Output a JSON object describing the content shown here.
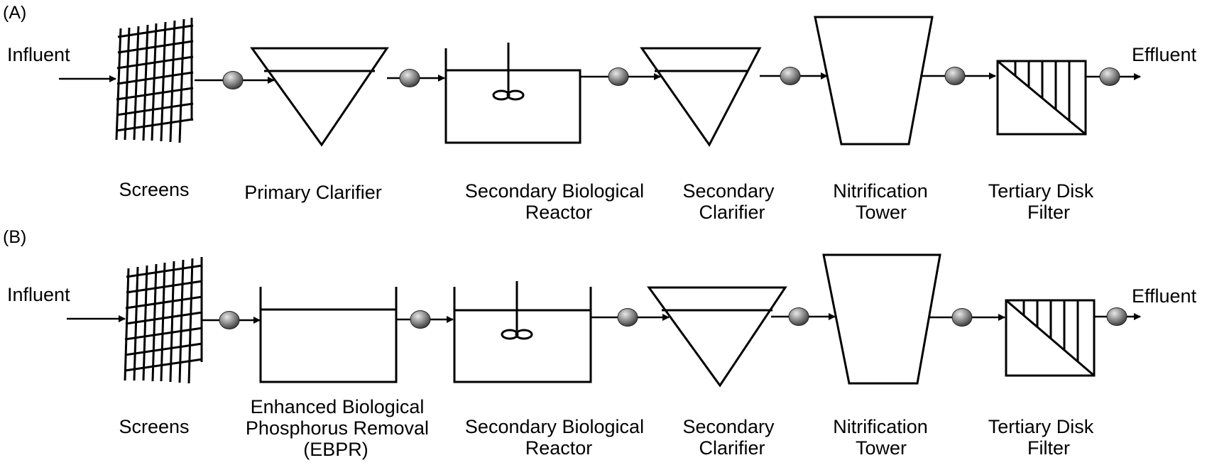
{
  "panels": [
    {
      "letter": "(A)",
      "inlet": "Influent",
      "outlet": "Effluent",
      "units": [
        {
          "icon": "screen-icon",
          "label": [
            "Screens"
          ]
        },
        {
          "icon": "clarifier-icon",
          "label": [
            "Primary Clarifier"
          ]
        },
        {
          "icon": "reactor-icon",
          "label": [
            "Secondary Biological",
            "Reactor"
          ]
        },
        {
          "icon": "clarifier-icon",
          "label": [
            "Secondary",
            "Clarifier"
          ]
        },
        {
          "icon": "tower-icon",
          "label": [
            "Nitrification",
            "Tower"
          ]
        },
        {
          "icon": "disk-filter-icon",
          "label": [
            "Tertiary Disk",
            "Filter"
          ]
        }
      ]
    },
    {
      "letter": "(B)",
      "inlet": "Influent",
      "outlet": "Effluent",
      "units": [
        {
          "icon": "screen-icon",
          "label": [
            "Screens"
          ]
        },
        {
          "icon": "tank-icon",
          "label": [
            "Enhanced Biological",
            "Phosphorus Removal",
            "(EBPR)"
          ]
        },
        {
          "icon": "reactor-icon",
          "label": [
            "Secondary Biological",
            "Reactor"
          ]
        },
        {
          "icon": "clarifier-icon",
          "label": [
            "Secondary",
            "Clarifier"
          ]
        },
        {
          "icon": "tower-icon",
          "label": [
            "Nitrification",
            "Tower"
          ]
        },
        {
          "icon": "disk-filter-icon",
          "label": [
            "Tertiary Disk",
            "Filter"
          ]
        }
      ]
    }
  ],
  "colors": {
    "line": "#000000",
    "node": "#6e6e6e",
    "background": "#ffffff"
  }
}
